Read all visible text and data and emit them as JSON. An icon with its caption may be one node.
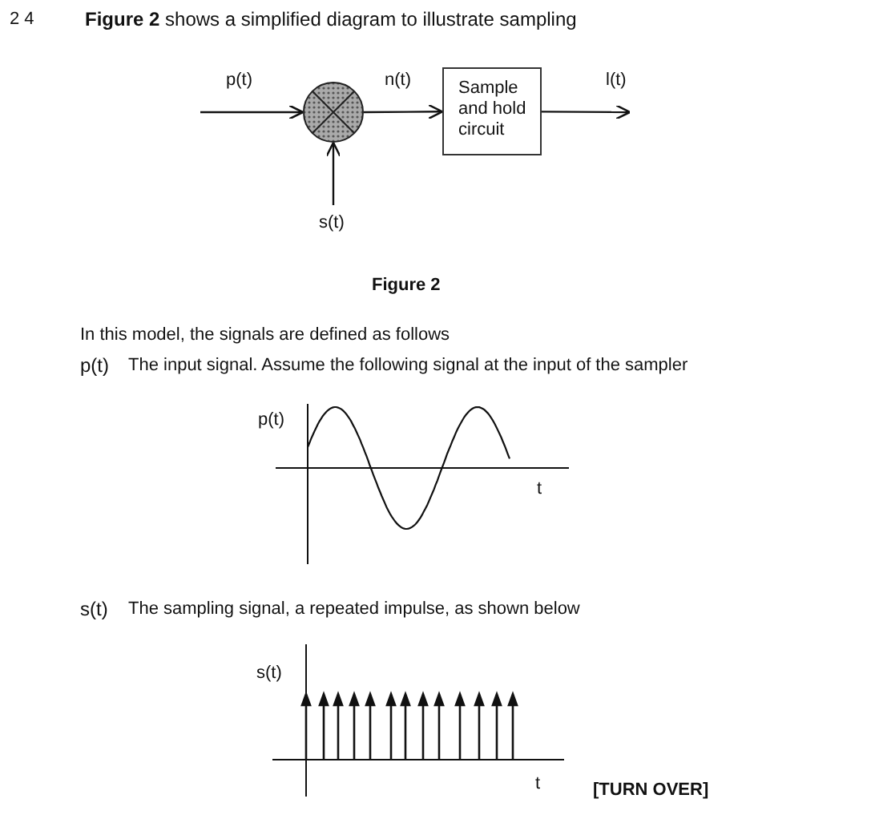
{
  "diagram": {
    "title": "**Figure 2** shows a simplified diagram to illustrate sampling",
    "caption": "Figure 2",
    "nodes": [
      {
        "text": [],
        "shape": "circle"
      },
      {
        "text": [
          "Sample and hold circuit"
        ]
      }
    ],
    "edges": [
      {
        "from": null,
        "to": 0,
        "arrow": "to",
        "label": "p(t)"
      },
      {
        "from": null,
        "to": 0,
        "arrow": "to",
        "label": "s(t)"
      },
      {
        "from": 0,
        "to": 1,
        "arrow": "to",
        "label": "n(t)"
      },
      {
        "from": 1,
        "to": null,
        "arrow": "to",
        "label": "l(t)"
      }
    ],
    "labels": [
      "2 4",
      "In this model, the signals are defined as follows",
      "p(t)",
      "The input signal. Assume the following signal at the input of the sampler",
      "p(t)",
      "t",
      "s(t)",
      "The sampling signal, a repeated impulse, as shown below",
      "s(t)",
      "t",
      "[TURN OVER]"
    ]
  }
}
